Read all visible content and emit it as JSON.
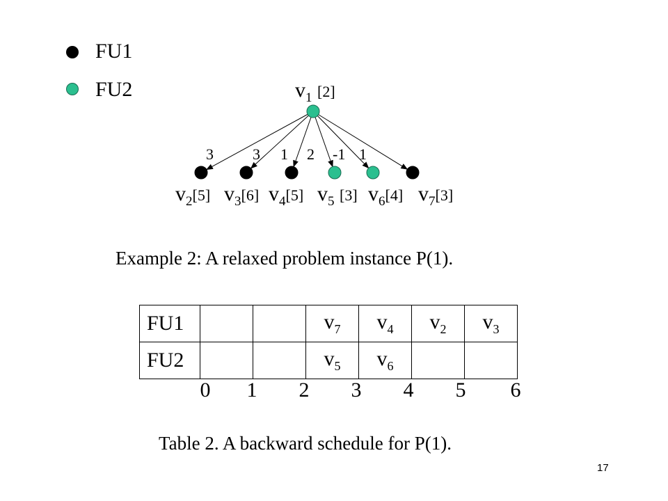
{
  "colors": {
    "fu1": "#000000",
    "fu2": "#2bbf8f",
    "fu2_stroke": "#1a6b52"
  },
  "legend": [
    {
      "label": "FU1",
      "color": "fu1"
    },
    {
      "label": "FU2",
      "color": "fu2"
    }
  ],
  "root": {
    "v": "v",
    "sub": "1",
    "weight": "[2]",
    "unit": "FU2"
  },
  "children": [
    {
      "v": "v",
      "sub": "2",
      "weight": "[5]",
      "unit": "FU1",
      "edge": "3"
    },
    {
      "v": "v",
      "sub": "3",
      "weight": "[6]",
      "unit": "FU1",
      "edge": "3"
    },
    {
      "v": "v",
      "sub": "4",
      "weight": "[5]",
      "unit": "FU1",
      "edge": "1"
    },
    {
      "v": "v",
      "sub": "5",
      "weight": "[3]",
      "unit": "FU2",
      "edge": "2"
    },
    {
      "v": "v",
      "sub": "6",
      "weight": "[4]",
      "unit": "FU2",
      "edge": "-1"
    },
    {
      "v": "v",
      "sub": "7",
      "weight": "[3]",
      "unit": "FU1",
      "edge": "1"
    }
  ],
  "caption1": "Example 2: A  relaxed problem instance P(1).",
  "schedule": {
    "rows": [
      {
        "label": "FU1",
        "cells": [
          {
            "v": "",
            "sub": ""
          },
          {
            "v": "",
            "sub": ""
          },
          {
            "v": "v",
            "sub": "7"
          },
          {
            "v": "v",
            "sub": "4"
          },
          {
            "v": "v",
            "sub": "2"
          },
          {
            "v": "v",
            "sub": "3"
          }
        ]
      },
      {
        "label": "FU2",
        "cells": [
          {
            "v": "",
            "sub": ""
          },
          {
            "v": "",
            "sub": ""
          },
          {
            "v": "v",
            "sub": "5"
          },
          {
            "v": "v",
            "sub": "6"
          },
          {
            "v": "",
            "sub": ""
          },
          {
            "v": "",
            "sub": ""
          }
        ]
      }
    ],
    "ticks": [
      "0",
      "1",
      "2",
      "3",
      "4",
      "5",
      "6"
    ]
  },
  "caption2": "Table 2. A backward schedule for P(1).",
  "page_number": "17"
}
